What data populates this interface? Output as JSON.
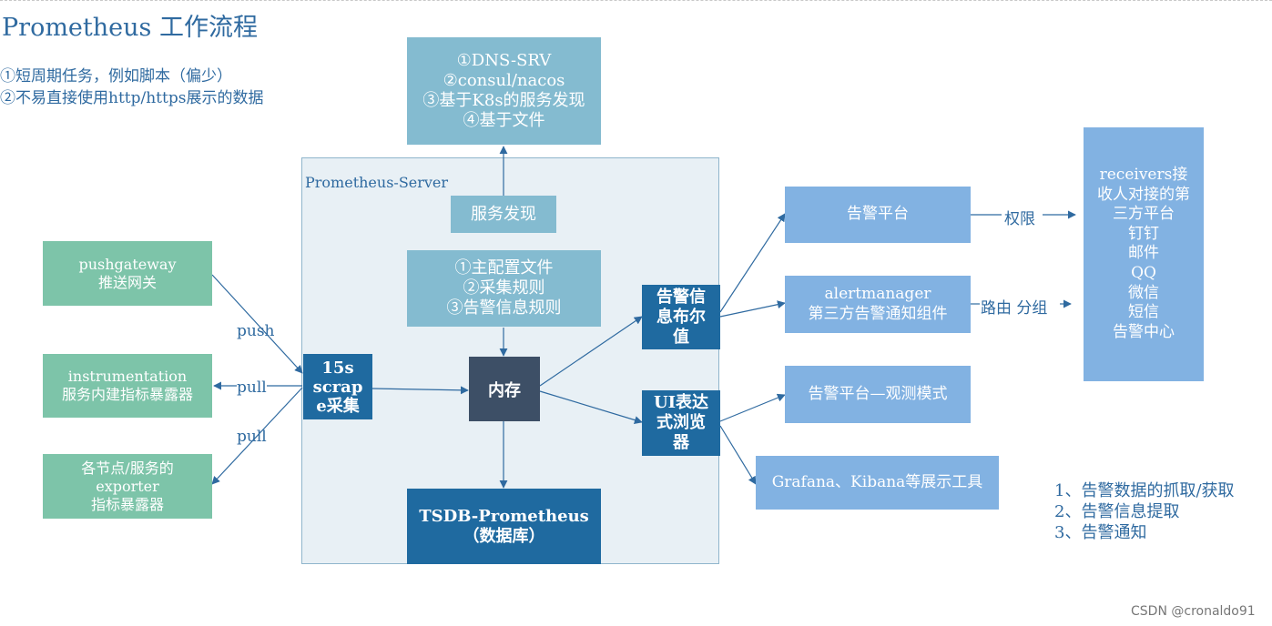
{
  "title": "Prometheus 工作流程",
  "notes": [
    "①短周期任务，例如脚本（偏少）",
    "②不易直接使用http/https展示的数据"
  ],
  "server_label": "Prometheus-Server",
  "sd_methods": [
    "①DNS-SRV",
    "②consul/nacos",
    "③基于K8s的服务发现",
    "④基于文件"
  ],
  "service_discovery": "服务发现",
  "config": [
    "①主配置文件",
    "②采集规则",
    "③告警信息规则"
  ],
  "sources": {
    "pushgateway": [
      "pushgateway",
      "推送网关"
    ],
    "instrumentation": [
      "instrumentation",
      "服务内建指标暴露器"
    ],
    "exporter": [
      "各节点/服务的",
      "exporter",
      "指标暴露器"
    ]
  },
  "scrape": [
    "15s",
    "scrap",
    "e采集"
  ],
  "memory": "内存",
  "tsdb": [
    "TSDB-Prometheus",
    "（数据库）"
  ],
  "alert_bool": [
    "告警信",
    "息布尔",
    "值"
  ],
  "ui_browse": [
    "UI表达",
    "式浏览",
    "器"
  ],
  "alert_platform": "告警平台",
  "alertmanager": [
    "alertmanager",
    "第三方告警通知组件"
  ],
  "observe_mode": "告警平台—观测模式",
  "grafana": "Grafana、Kibana等展示工具",
  "receivers": [
    "receivers接",
    "收人对接的第",
    "三方平台",
    "钉钉",
    "邮件",
    "QQ",
    "微信",
    "短信",
    "告警中心"
  ],
  "edge_labels": {
    "push": "push",
    "pull1": "pull",
    "pull2": "pull",
    "permission": "权限",
    "route": "路由  分组"
  },
  "steps": [
    "1、告警数据的抓取/获取",
    "2、告警信息提取",
    "3、告警通知"
  ],
  "watermark": "CSDN @cronaldo91",
  "colors": {
    "teal": "#7dc4a9",
    "light_blue": "#84bbd0",
    "mid_blue": "#82b2e2",
    "dark_blue": "#1f6aa0",
    "memory": "#3d4f66",
    "text_blue": "#2f6aa0"
  }
}
